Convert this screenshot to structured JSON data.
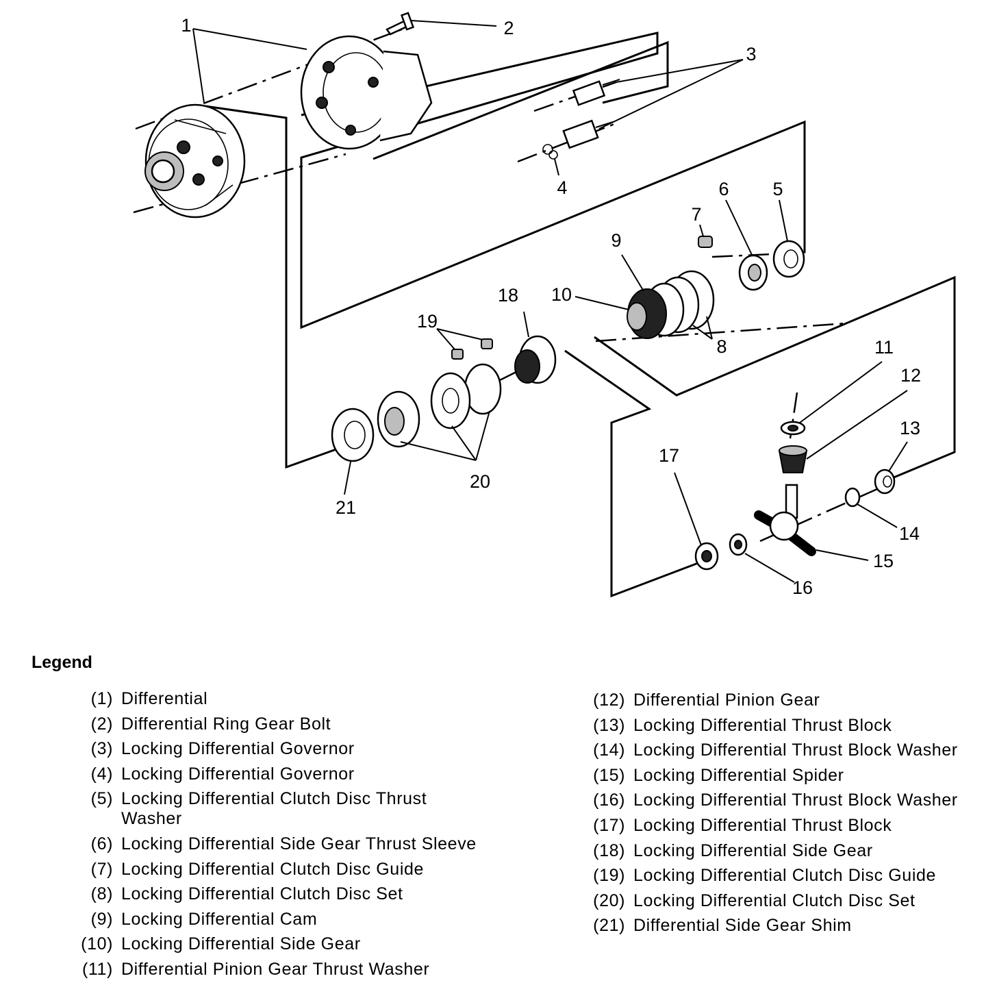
{
  "callouts": [
    "1",
    "2",
    "3",
    "4",
    "5",
    "6",
    "7",
    "8",
    "9",
    "10",
    "11",
    "12",
    "13",
    "14",
    "15",
    "16",
    "17",
    "18",
    "19",
    "20",
    "21"
  ],
  "legend": {
    "title": "Legend",
    "left": [
      {
        "num": "(1)",
        "text": "Differential"
      },
      {
        "num": "(2)",
        "text": "Differential Ring Gear Bolt"
      },
      {
        "num": "(3)",
        "text": "Locking Differential Governor"
      },
      {
        "num": "(4)",
        "text": "Locking Differential Governor"
      },
      {
        "num": "(5)",
        "text": "Locking Differential Clutch Disc Thrust Washer"
      },
      {
        "num": "(6)",
        "text": "Locking Differential Side Gear Thrust Sleeve"
      },
      {
        "num": "(7)",
        "text": "Locking Differential Clutch Disc Guide"
      },
      {
        "num": "(8)",
        "text": "Locking Differential Clutch Disc Set"
      },
      {
        "num": "(9)",
        "text": "Locking Differential Cam"
      },
      {
        "num": "(10)",
        "text": "Locking Differential Side Gear"
      },
      {
        "num": "(11)",
        "text": "Differential Pinion Gear Thrust Washer"
      }
    ],
    "right": [
      {
        "num": "(12)",
        "text": "Differential Pinion Gear"
      },
      {
        "num": "(13)",
        "text": "Locking Differential Thrust Block"
      },
      {
        "num": "(14)",
        "text": "Locking Differential Thrust Block Washer"
      },
      {
        "num": "(15)",
        "text": "Locking Differential Spider"
      },
      {
        "num": "(16)",
        "text": "Locking Differential Thrust Block Washer"
      },
      {
        "num": "(17)",
        "text": "Locking Differential Thrust Block"
      },
      {
        "num": "(18)",
        "text": "Locking Differential Side Gear"
      },
      {
        "num": "(19)",
        "text": "Locking Differential Clutch Disc Guide"
      },
      {
        "num": "(20)",
        "text": "Locking Differential Clutch Disc Set"
      },
      {
        "num": "(21)",
        "text": "Differential Side Gear Shim"
      }
    ]
  }
}
